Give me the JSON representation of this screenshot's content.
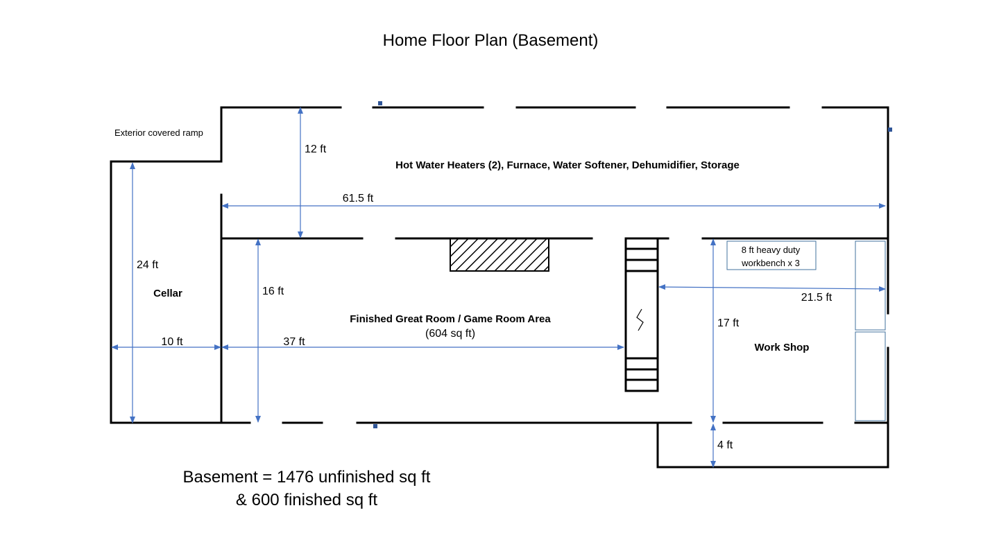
{
  "title": "Home Floor Plan (Basement)",
  "rooms": {
    "utility": "Hot Water Heaters (2), Furnace, Water Softener, Dehumidifier, Storage",
    "great_room": "Finished Great Room / Game Room Area",
    "great_room_area": "(604 sq ft)",
    "cellar": "Cellar",
    "workshop": "Work Shop",
    "ramp": "Exterior covered ramp"
  },
  "workbench": {
    "line1": "8 ft heavy duty",
    "line2": "workbench x 3"
  },
  "dimensions": {
    "utility_depth": "12 ft",
    "building_length": "61.5 ft",
    "cellar_length": "24 ft",
    "great_room_depth": "16 ft",
    "cellar_width": "10 ft",
    "great_room_width": "37 ft",
    "workshop_width": "21.5 ft",
    "workshop_depth": "17 ft",
    "bumpout_depth": "4 ft"
  },
  "summary": {
    "line1": "Basement = 1476 unfinished sq ft",
    "line2": "& 600 finished sq ft"
  },
  "colors": {
    "wall": "#000000",
    "dimension": "#4472c4",
    "marker": "#2f5597",
    "workbench_border": "#41719c"
  }
}
